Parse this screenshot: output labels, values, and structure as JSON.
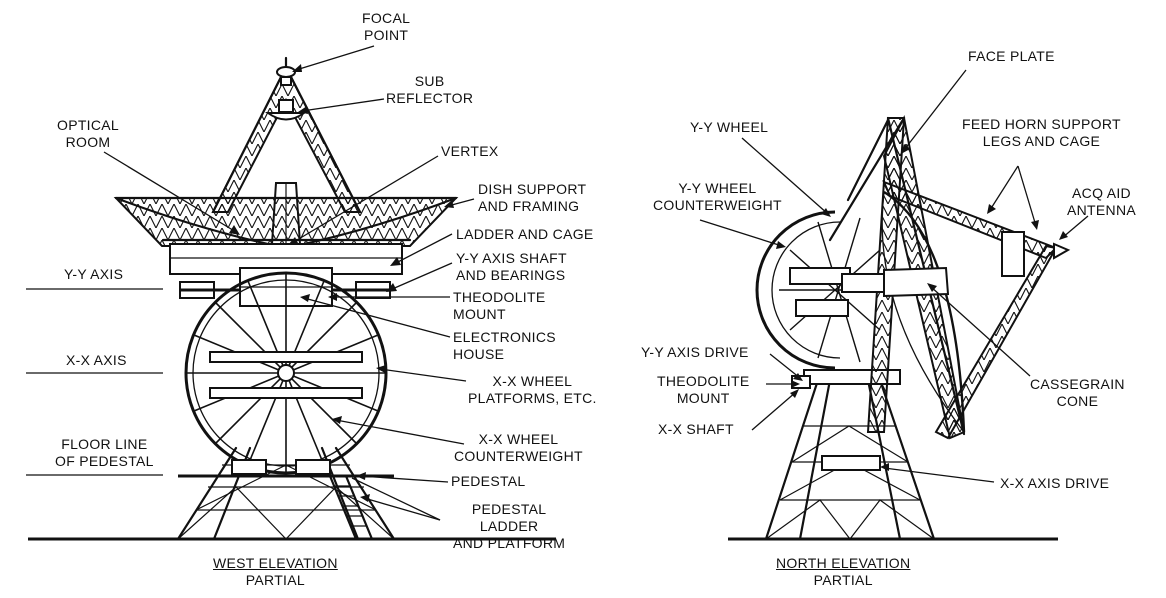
{
  "west": {
    "labels": {
      "focal_point": [
        "FOCAL",
        "POINT"
      ],
      "sub_reflector": [
        "SUB",
        "REFLECTOR"
      ],
      "optical_room": [
        "OPTICAL",
        "ROOM"
      ],
      "vertex": [
        "VERTEX"
      ],
      "dish_support": [
        "DISH SUPPORT",
        "AND FRAMING"
      ],
      "ladder_cage": [
        "LADDER AND CAGE"
      ],
      "yy_shaft": [
        "Y-Y AXIS SHAFT",
        "AND BEARINGS"
      ],
      "yy_axis": [
        "Y-Y AXIS"
      ],
      "theodolite": [
        "THEODOLITE",
        "MOUNT"
      ],
      "electronics": [
        "ELECTRONICS",
        "HOUSE"
      ],
      "xx_axis": [
        "X-X AXIS"
      ],
      "xx_wheel_platforms": [
        "X-X WHEEL",
        "PLATFORMS, ETC."
      ],
      "floor_line": [
        "FLOOR LINE",
        "OF PEDESTAL"
      ],
      "xx_counterweight": [
        "X-X WHEEL",
        "COUNTERWEIGHT"
      ],
      "pedestal": [
        "PEDESTAL"
      ],
      "pedestal_ladder": [
        "PEDESTAL",
        "LADDER",
        "AND PLATFORM"
      ]
    },
    "caption": [
      "WEST ELEVATION",
      "PARTIAL"
    ]
  },
  "north": {
    "labels": {
      "face_plate": [
        "FACE PLATE"
      ],
      "yy_wheel": [
        "Y-Y WHEEL"
      ],
      "feed_horn": [
        "FEED HORN SUPPORT",
        "LEGS AND CAGE"
      ],
      "yy_counterweight": [
        "Y-Y WHEEL",
        "COUNTERWEIGHT"
      ],
      "acq_aid": [
        "ACQ AID",
        "ANTENNA"
      ],
      "yy_drive": [
        "Y-Y AXIS DRIVE"
      ],
      "theodolite": [
        "THEODOLITE",
        "MOUNT"
      ],
      "cassegrain": [
        "CASSEGRAIN",
        "CONE"
      ],
      "xx_shaft": [
        "X-X SHAFT"
      ],
      "xx_drive": [
        "X-X AXIS DRIVE"
      ]
    },
    "caption": [
      "NORTH ELEVATION",
      "PARTIAL"
    ]
  }
}
